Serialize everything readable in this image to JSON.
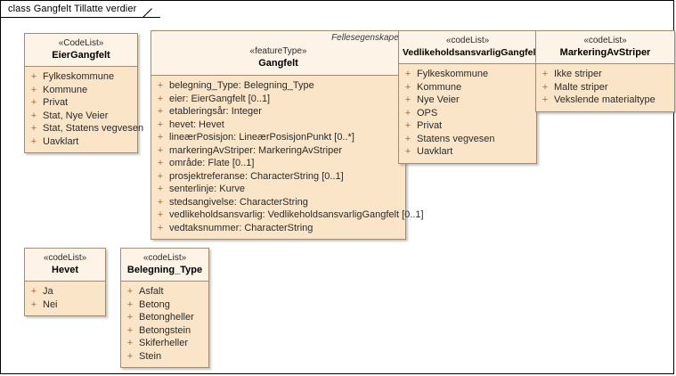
{
  "diagram": {
    "title": "class Gangfelt Tillatte verdier",
    "colors": {
      "header_fill": "#FDF3E6",
      "body_fill": "#FAE5C8",
      "border": "#A08C6E",
      "visibility_marker": "#A0703C",
      "frame": "#000000"
    }
  },
  "classes": [
    {
      "id": "eiergangfelt",
      "stereotype": "«CodeList»",
      "name": "EierGangfelt",
      "attributes": [
        {
          "visibility": "+",
          "text": "Fylkeskommune"
        },
        {
          "visibility": "+",
          "text": "Kommune"
        },
        {
          "visibility": "+",
          "text": "Privat"
        },
        {
          "visibility": "+",
          "text": "Stat, Nye Veier"
        },
        {
          "visibility": "+",
          "text": "Stat, Statens vegvesen"
        },
        {
          "visibility": "+",
          "text": "Uavklart"
        }
      ]
    },
    {
      "id": "gangfelt",
      "owner": "Fellesegenskaper",
      "stereotype": "«featureType»",
      "name": "Gangfelt",
      "attributes": [
        {
          "visibility": "+",
          "text": "belegning_Type: Belegning_Type"
        },
        {
          "visibility": "+",
          "text": "eier: EierGangfelt [0..1]"
        },
        {
          "visibility": "+",
          "text": "etableringsår: Integer"
        },
        {
          "visibility": "+",
          "text": "hevet: Hevet"
        },
        {
          "visibility": "+",
          "text": "lineærPosisjon: LineærPosisjonPunkt [0..*]"
        },
        {
          "visibility": "+",
          "text": "markeringAvStriper: MarkeringAvStriper"
        },
        {
          "visibility": "+",
          "text": "område: Flate [0..1]"
        },
        {
          "visibility": "+",
          "text": "prosjektreferanse: CharacterString [0..1]"
        },
        {
          "visibility": "+",
          "text": "senterlinje: Kurve"
        },
        {
          "visibility": "+",
          "text": "stedsangivelse: CharacterString"
        },
        {
          "visibility": "+",
          "text": "vedlikeholdsansvarlig: VedlikeholdsansvarligGangfelt [0..1]"
        },
        {
          "visibility": "+",
          "text": "vedtaksnummer: CharacterString"
        }
      ]
    },
    {
      "id": "vedlikehold",
      "stereotype": "«codeList»",
      "name": "VedlikeholdsansvarligGangfelt",
      "attributes": [
        {
          "visibility": "+",
          "text": "Fylkeskommune"
        },
        {
          "visibility": "+",
          "text": "Kommune"
        },
        {
          "visibility": "+",
          "text": "Nye Veier"
        },
        {
          "visibility": "+",
          "text": "OPS"
        },
        {
          "visibility": "+",
          "text": "Privat"
        },
        {
          "visibility": "+",
          "text": "Statens vegvesen"
        },
        {
          "visibility": "+",
          "text": "Uavklart"
        }
      ]
    },
    {
      "id": "markeringavstriper",
      "stereotype": "«codeList»",
      "name": "MarkeringAvStriper",
      "attributes": [
        {
          "visibility": "+",
          "text": "Ikke striper"
        },
        {
          "visibility": "+",
          "text": "Malte striper"
        },
        {
          "visibility": "+",
          "text": "Vekslende materialtype"
        }
      ]
    },
    {
      "id": "hevet",
      "stereotype": "«codeList»",
      "name": "Hevet",
      "attributes": [
        {
          "visibility": "+",
          "text": "Ja"
        },
        {
          "visibility": "+",
          "text": "Nei"
        }
      ]
    },
    {
      "id": "belegning_type",
      "stereotype": "«codeList»",
      "name": "Belegning_Type",
      "attributes": [
        {
          "visibility": "+",
          "text": "Asfalt"
        },
        {
          "visibility": "+",
          "text": "Betong"
        },
        {
          "visibility": "+",
          "text": "Betongheller"
        },
        {
          "visibility": "+",
          "text": "Betongstein"
        },
        {
          "visibility": "+",
          "text": "Skiferheller"
        },
        {
          "visibility": "+",
          "text": "Stein"
        }
      ]
    }
  ]
}
